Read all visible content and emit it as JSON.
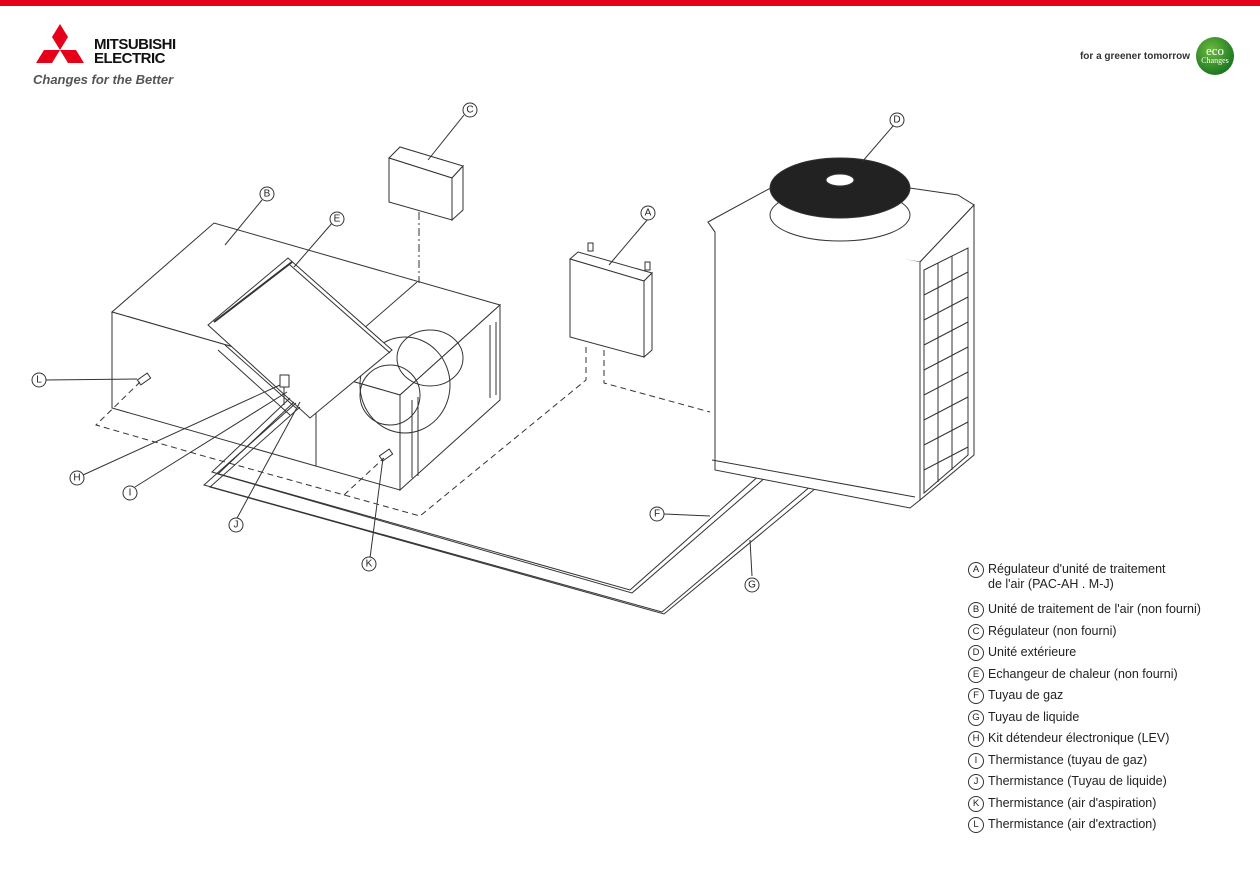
{
  "header": {
    "brand_line1": "MITSUBISHI",
    "brand_line2": "ELECTRIC",
    "slogan": "Changes for the Better",
    "eco_tagline": "for a greener tomorrow",
    "eco_badge_line1": "eco",
    "eco_badge_line2": "Changes",
    "brand_color": "#e60019",
    "eco_color": "#2e8b2e"
  },
  "diagram": {
    "callouts": [
      "A",
      "B",
      "C",
      "D",
      "E",
      "F",
      "G",
      "H",
      "I",
      "J",
      "K",
      "L"
    ]
  },
  "legend": {
    "items": [
      {
        "key": "A",
        "label": "Régulateur d'unité de traitement\nde l'air (PAC-AH . M-J)"
      },
      {
        "key": "B",
        "label": "Unité de traitement de l'air (non fourni)"
      },
      {
        "key": "C",
        "label": "Régulateur (non fourni)"
      },
      {
        "key": "D",
        "label": "Unité extérieure"
      },
      {
        "key": "E",
        "label": "Echangeur de chaleur (non fourni)"
      },
      {
        "key": "F",
        "label": "Tuyau de gaz"
      },
      {
        "key": "G",
        "label": "Tuyau de liquide"
      },
      {
        "key": "H",
        "label": "Kit détendeur électronique (LEV)"
      },
      {
        "key": "I",
        "label": "Thermistance (tuyau de gaz)"
      },
      {
        "key": "J",
        "label": "Thermistance (Tuyau de liquide)"
      },
      {
        "key": "K",
        "label": "Thermistance (air d'aspiration)"
      },
      {
        "key": "L",
        "label": "Thermistance (air d'extraction)"
      }
    ]
  }
}
